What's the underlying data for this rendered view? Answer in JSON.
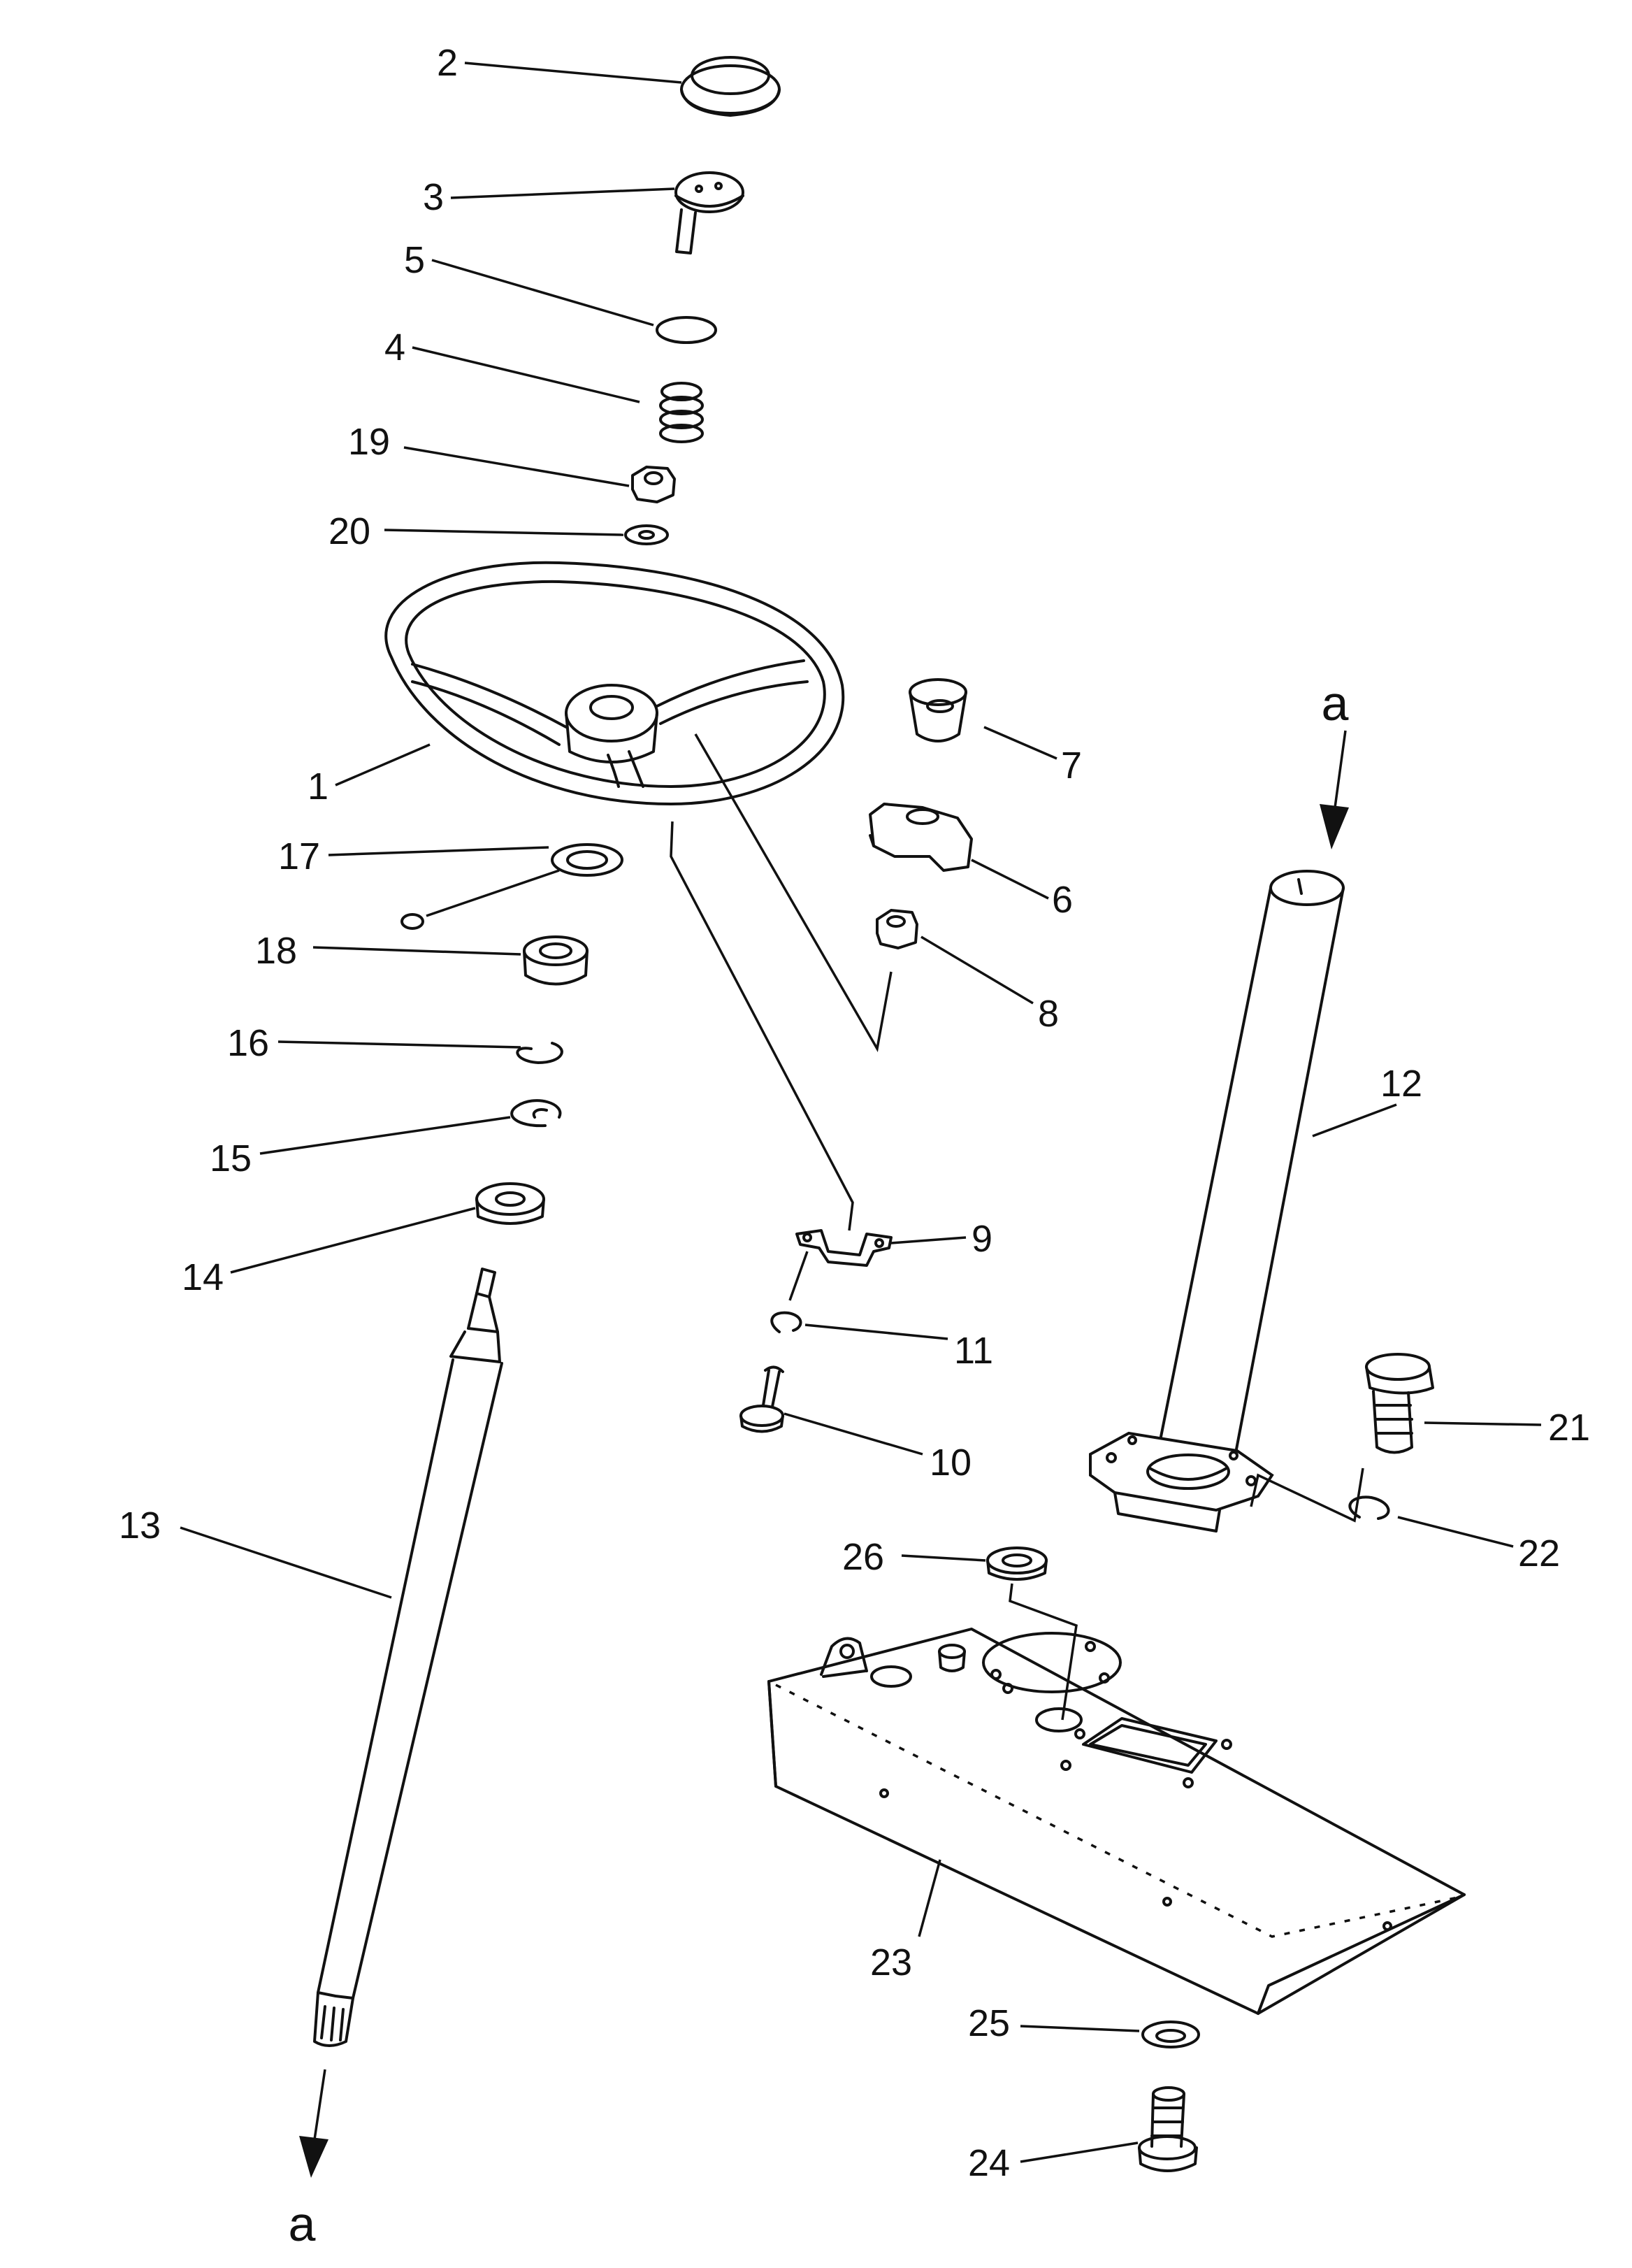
{
  "callouts": [
    {
      "id": "c1",
      "text": "1"
    },
    {
      "id": "c2",
      "text": "2"
    },
    {
      "id": "c3",
      "text": "3"
    },
    {
      "id": "c4",
      "text": "4"
    },
    {
      "id": "c5",
      "text": "5"
    },
    {
      "id": "c6",
      "text": "6"
    },
    {
      "id": "c7",
      "text": "7"
    },
    {
      "id": "c8",
      "text": "8"
    },
    {
      "id": "c9",
      "text": "9"
    },
    {
      "id": "c10",
      "text": "10"
    },
    {
      "id": "c11",
      "text": "11"
    },
    {
      "id": "c12",
      "text": "12"
    },
    {
      "id": "c13",
      "text": "13"
    },
    {
      "id": "c14",
      "text": "14"
    },
    {
      "id": "c15",
      "text": "15"
    },
    {
      "id": "c16",
      "text": "16"
    },
    {
      "id": "c17",
      "text": "17"
    },
    {
      "id": "c18",
      "text": "18"
    },
    {
      "id": "c19",
      "text": "19"
    },
    {
      "id": "c20",
      "text": "20"
    },
    {
      "id": "c21",
      "text": "21"
    },
    {
      "id": "c22",
      "text": "22"
    },
    {
      "id": "c23",
      "text": "23"
    },
    {
      "id": "c24",
      "text": "24"
    },
    {
      "id": "c25",
      "text": "25"
    },
    {
      "id": "c26",
      "text": "26"
    }
  ],
  "references": {
    "top": "a",
    "bottom": "a"
  }
}
